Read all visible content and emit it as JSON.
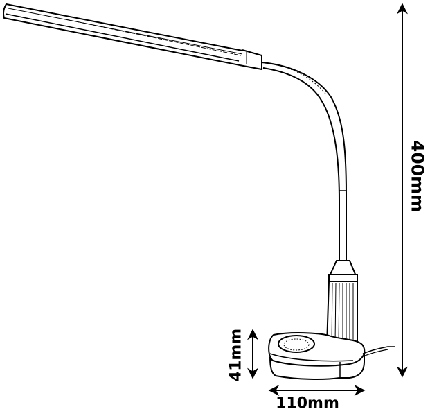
{
  "product": "Gooseneck LED desk lamp with clamp/weighted base",
  "dimensions": {
    "height": {
      "label": "400mm",
      "value": 400,
      "unit": "mm"
    },
    "base_height": {
      "label": "41mm",
      "value": 41,
      "unit": "mm"
    },
    "base_width": {
      "label": "110mm",
      "value": 110,
      "unit": "mm"
    }
  },
  "colors": {
    "line": "#000000",
    "background": "#ffffff"
  }
}
